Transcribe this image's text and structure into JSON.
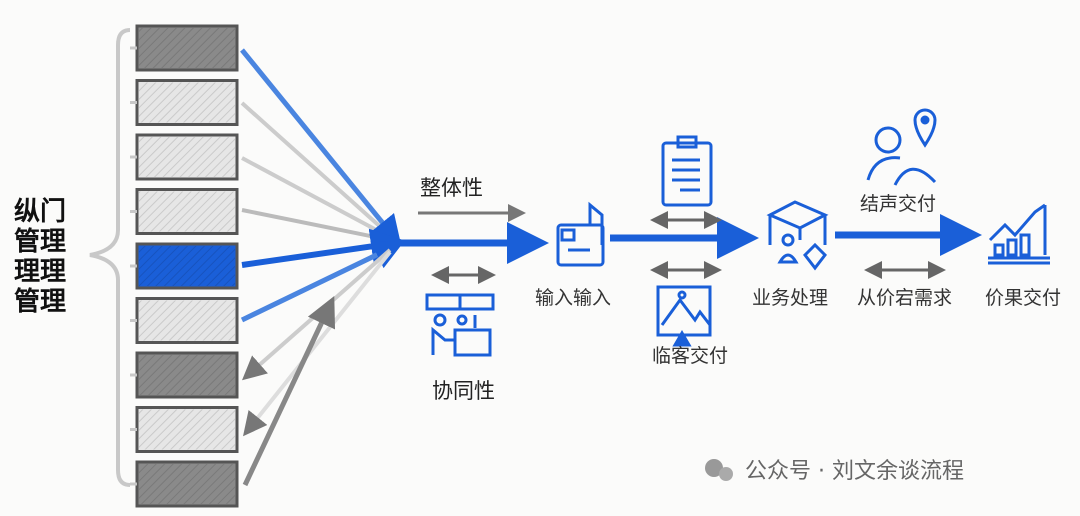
{
  "left_title": [
    "纵门",
    "管理",
    "理理",
    "管理"
  ],
  "boxes": [
    {
      "shade": "dark"
    },
    {
      "shade": "light"
    },
    {
      "shade": "light"
    },
    {
      "shade": "light"
    },
    {
      "shade": "blue"
    },
    {
      "shade": "light"
    },
    {
      "shade": "dark"
    },
    {
      "shade": "light"
    },
    {
      "shade": "dark"
    }
  ],
  "labels": {
    "integrity": "整体性",
    "collaboration": "协同性",
    "input": "输入输入",
    "business": "业务处理",
    "demand": "从价宕需求",
    "result": "价果交付",
    "top_delivery": "结声交付",
    "mid_delivery": "临客交付"
  },
  "watermark": "公众号 · 刘文余谈流程",
  "colors": {
    "blue": "#1a5fd8",
    "gray": "#777777",
    "dark_box": "#8a8a8a",
    "light_box": "#e6e6e6"
  }
}
